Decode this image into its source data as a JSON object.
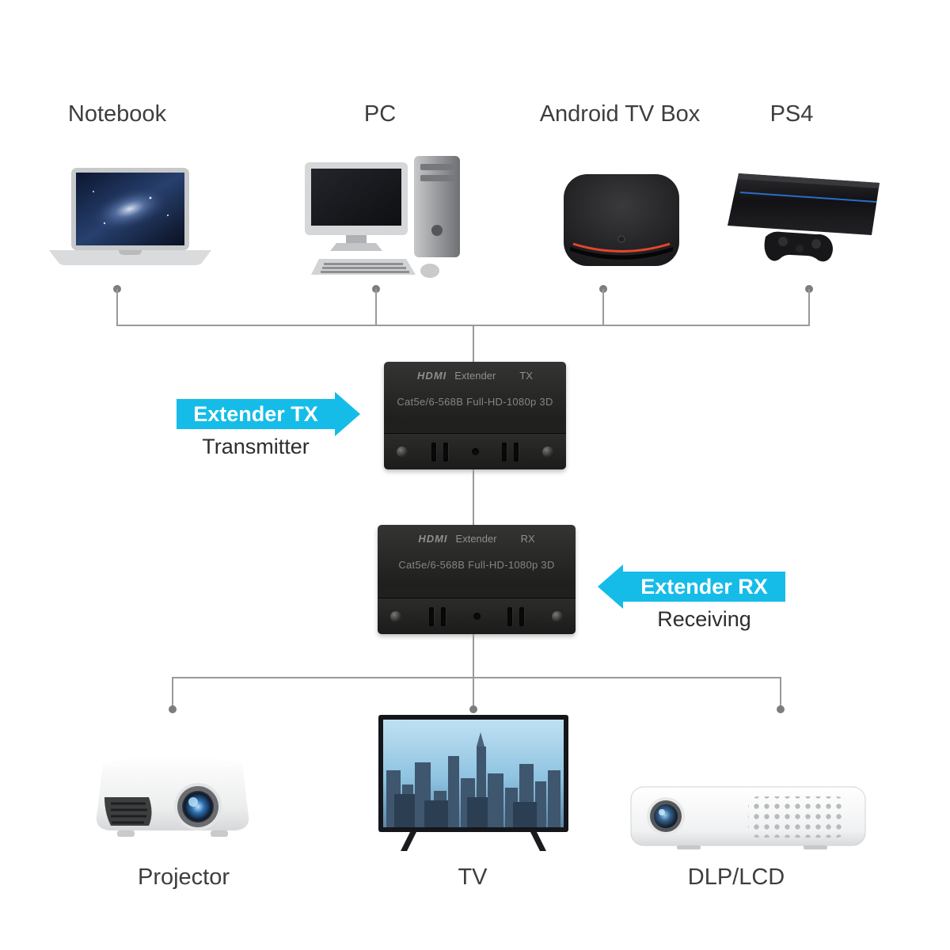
{
  "sources": [
    {
      "label": "Notebook"
    },
    {
      "label": "PC"
    },
    {
      "label": "Android TV Box"
    },
    {
      "label": "PS4"
    }
  ],
  "outputs": [
    {
      "label": "Projector"
    },
    {
      "label": "TV"
    },
    {
      "label": "DLP/LCD"
    }
  ],
  "transmitter": {
    "brand": "HDMI",
    "device": "Extender",
    "port": "TX",
    "spec": "Cat5e/6-568B Full-HD-1080p 3D",
    "callout_title": "Extender TX",
    "callout_subtitle": "Transmitter"
  },
  "receiver": {
    "brand": "HDMI",
    "device": "Extender",
    "port": "RX",
    "spec": "Cat5e/6-568B Full-HD-1080p 3D",
    "callout_title": "Extender RX",
    "callout_subtitle": "Receiving"
  },
  "colors": {
    "accent_cyan": "#15bce8",
    "connector_gray": "#9a9a9a",
    "label_text": "#3e3e3e"
  }
}
